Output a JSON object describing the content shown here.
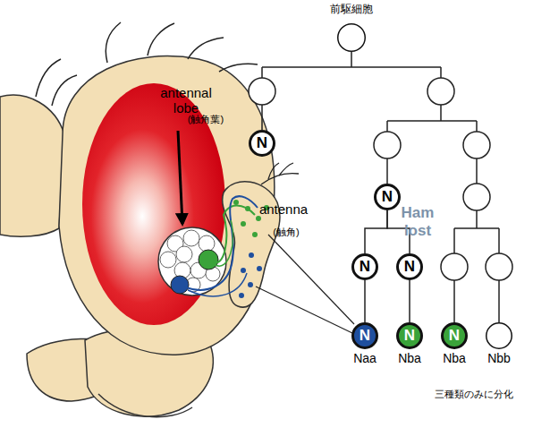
{
  "diagram": {
    "nodes": [
      {
        "text": [
          "前駆細胞"
        ]
      },
      {
        "text": [
          "N"
        ]
      },
      {
        "text": [
          "N"
        ]
      },
      {
        "text": [
          "N"
        ]
      },
      {
        "text": [
          "N"
        ]
      },
      {
        "text": [
          "N",
          "Naa"
        ]
      },
      {
        "text": [
          "N",
          "Nba"
        ]
      },
      {
        "text": [
          "N",
          "Nba"
        ]
      },
      {
        "text": [
          "Nbb"
        ]
      }
    ],
    "edges": [
      {
        "from": 2,
        "to": 3,
        "arrow": "none"
      },
      {
        "from": 2,
        "to": 4,
        "arrow": "none"
      },
      {
        "from": 3,
        "to": 5,
        "arrow": "none"
      },
      {
        "from": 4,
        "to": 6,
        "arrow": "none"
      }
    ],
    "labels": [
      "antennal lobe",
      "(触角葉)",
      "antenna",
      "(触角)",
      "Ham lost",
      "三種類のみに分化"
    ]
  }
}
